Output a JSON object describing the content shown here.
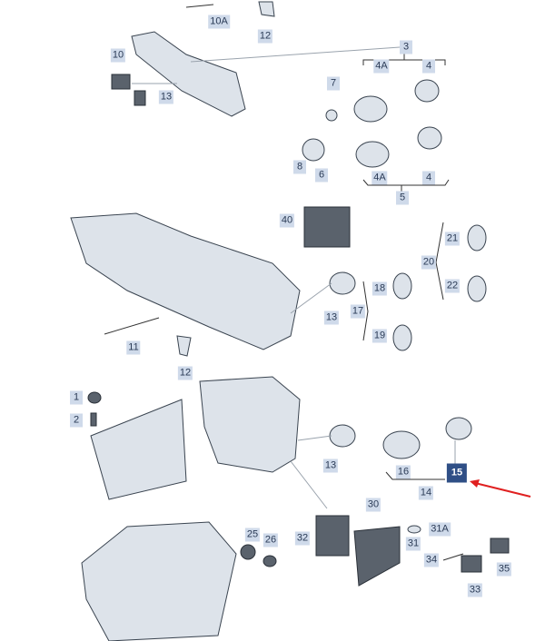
{
  "diagram": {
    "labels": [
      "10A",
      "12",
      "3",
      "10",
      "13",
      "4A",
      "4",
      "7",
      "8",
      "6",
      "4A",
      "4",
      "5",
      "40",
      "21",
      "20",
      "18",
      "22",
      "17",
      "13",
      "19",
      "11",
      "12",
      "1",
      "2",
      "13",
      "16",
      "15",
      "14",
      "30",
      "32",
      "25",
      "26",
      "31A",
      "31",
      "34",
      "35",
      "33"
    ],
    "highlighted_label": "15",
    "colors": {
      "label_bg": "#cfdaea",
      "highlight_bg": "#2f4f86",
      "arrow": "#e02020"
    }
  }
}
